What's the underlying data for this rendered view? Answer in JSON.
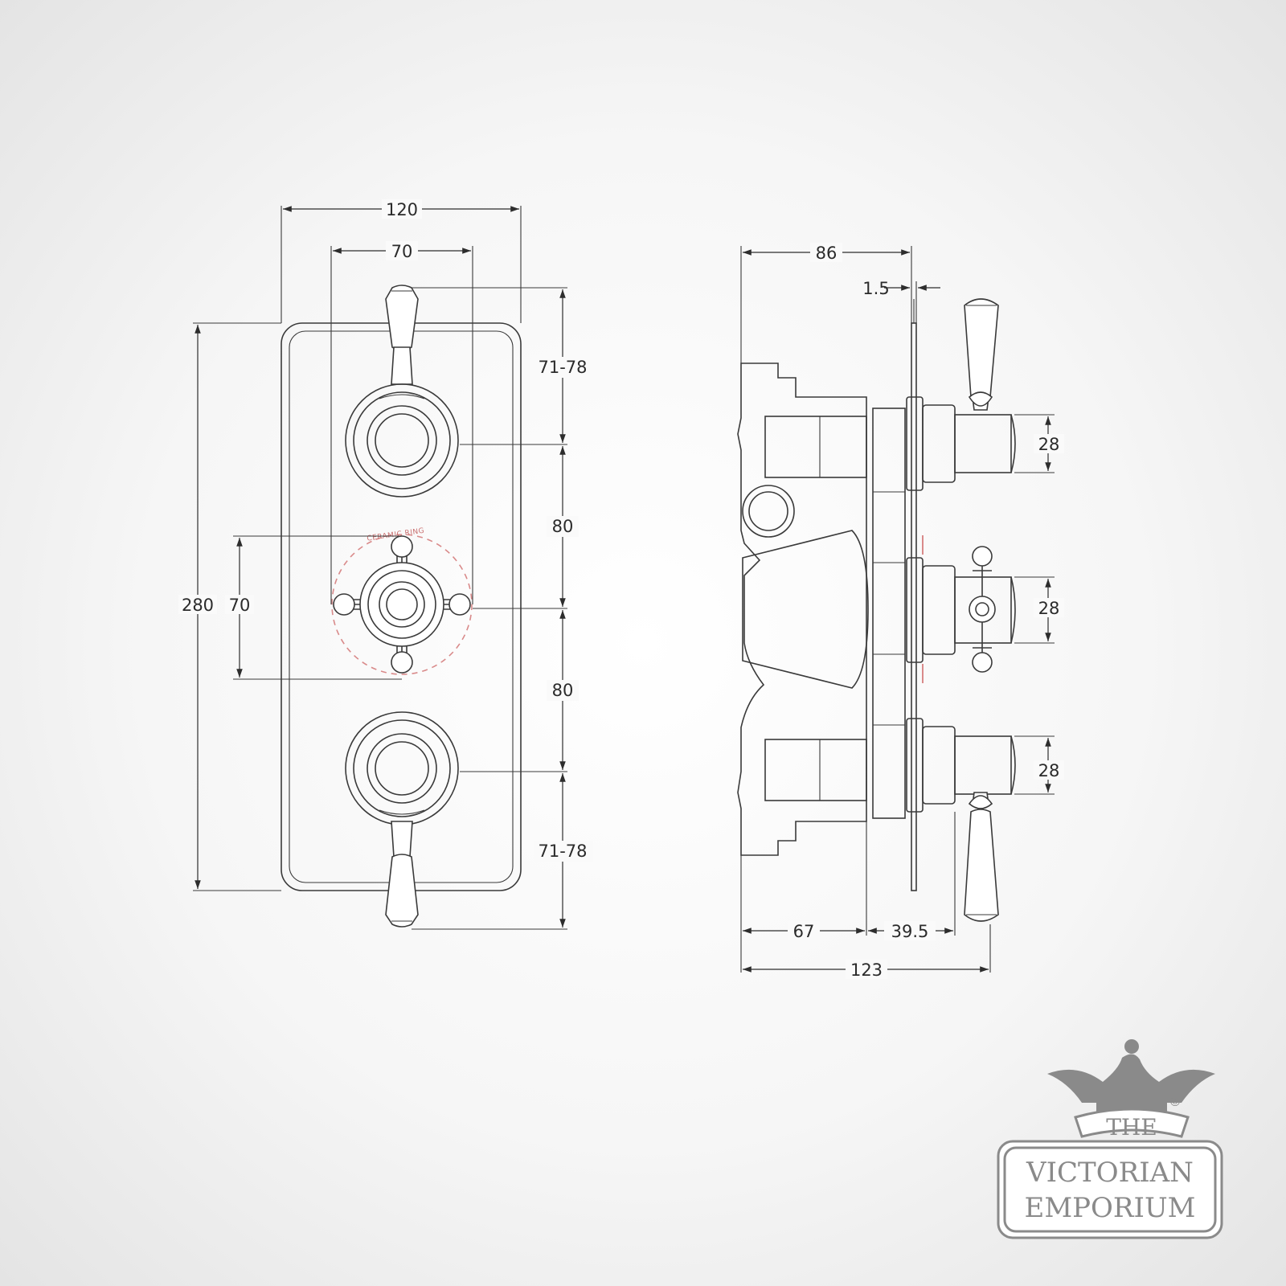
{
  "front_view": {
    "overall_width": "120",
    "handle_spacing": "70",
    "overall_height": "280",
    "cross_span": "70",
    "top_projection": "71-78",
    "upper_gap": "80",
    "lower_gap": "80",
    "bottom_projection": "71-78",
    "ring_label": "CERAMIC RING"
  },
  "side_view": {
    "body_depth": "86",
    "plate_thickness": "1.5",
    "spindle_top": "28",
    "spindle_mid": "28",
    "spindle_bottom": "28",
    "wall_depth": "67",
    "outer_depth": "39.5",
    "total_depth": "123"
  },
  "logo": {
    "the": "THE",
    "line1": "VICTORIAN",
    "line2": "EMPORIUM",
    "copyright": "©"
  }
}
